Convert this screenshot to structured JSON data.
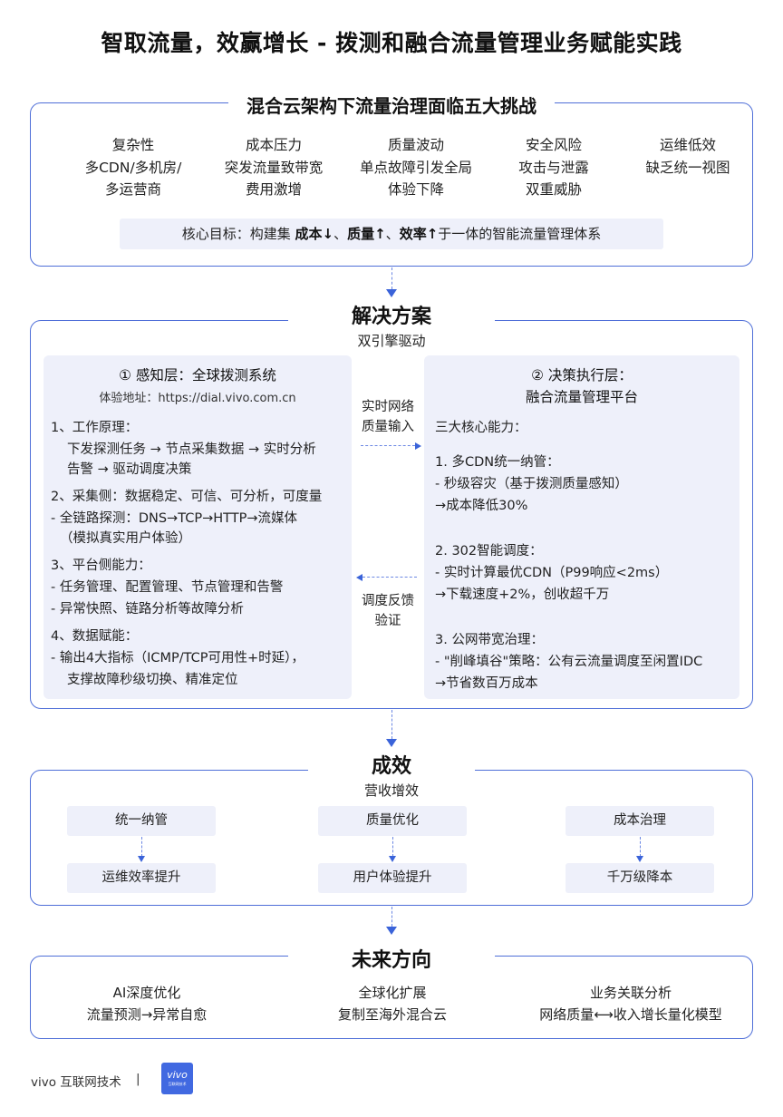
{
  "title": "智取流量，效赢增长 - 拨测和融合流量管理业务赋能实践",
  "challenges": {
    "heading": "混合云架构下流量治理面临五大挑战",
    "items": [
      {
        "l1": "复杂性",
        "l2": "多CDN/多机房/",
        "l3": "多运营商"
      },
      {
        "l1": "成本压力",
        "l2": "突发流量致带宽",
        "l3": "费用激增"
      },
      {
        "l1": "质量波动",
        "l2": "单点故障引发全局",
        "l3": "体验下降"
      },
      {
        "l1": "安全风险",
        "l2": "攻击与泄露",
        "l3": "双重威胁"
      },
      {
        "l1": "运维低效",
        "l2": "缺乏统一视图",
        "l3": ""
      }
    ],
    "goal": {
      "prefix": "核心目标：构建集 ",
      "cost": "成本↓",
      "sep1": "、",
      "quality": "质量↑",
      "sep2": "、",
      "efficiency": "效率↑",
      "suffix": "于一体的智能流量管理体系"
    }
  },
  "solution": {
    "heading": "解决方案",
    "subheading": "双引擎驱动",
    "perception": {
      "title": "① 感知层：全球拨测系统",
      "url": "体验地址：https://dial.vivo.com.cn",
      "lines": [
        "1、工作原理：",
        "下发探测任务 → 节点采集数据 → 实时分析",
        "告警 → 驱动调度决策",
        "2、采集侧：数据稳定、可信、可分析，可度量",
        "-  全链路探测：DNS→TCP→HTTP→流媒体",
        "（模拟真实用户体验）",
        "3、平台侧能力：",
        "-  任务管理、配置管理、节点管理和告警",
        "-  异常快照、链路分析等故障分析",
        "4、数据赋能：",
        "-  输出4大指标（ICMP/TCP可用性+时延），",
        "支撑故障秒级切换、精准定位"
      ]
    },
    "flow_right": {
      "l1": "实时网络",
      "l2": "质量输入"
    },
    "flow_left": {
      "l1": "调度反馈",
      "l2": "验证"
    },
    "decision": {
      "title1": "② 决策执行层：",
      "title2": "融合流量管理平台",
      "lines": [
        "三大核心能力：",
        "1. 多CDN统一纳管：",
        "-  秒级容灾（基于拨测质量感知）",
        "→成本降低30%",
        "2. 302智能调度：",
        "-  实时计算最优CDN（P99响应<2ms）",
        "→下载速度+2%，创收超千万",
        "3. 公网带宽治理：",
        "-  \"削峰填谷\"策略：公有云流量调度至闲置IDC",
        "→节省数百万成本"
      ]
    }
  },
  "results": {
    "heading": "成效",
    "subheading": "营收增效",
    "pairs": [
      {
        "top": "统一纳管",
        "bottom": "运维效率提升"
      },
      {
        "top": "质量优化",
        "bottom": "用户体验提升"
      },
      {
        "top": "成本治理",
        "bottom": "千万级降本"
      }
    ]
  },
  "future": {
    "heading": "未来方向",
    "items": [
      {
        "l1": "AI深度优化",
        "l2": "流量预测→异常自愈"
      },
      {
        "l1": "全球化扩展",
        "l2": "复制至海外混合云"
      },
      {
        "l1": "业务关联分析",
        "l2": "网络质量⟷收入增长量化模型"
      }
    ]
  },
  "footer": {
    "brand": "vivo 互联网技术",
    "separator": "|",
    "logo_main": "vivo",
    "logo_sub": "互联网技术"
  },
  "colors": {
    "accent": "#4169e1",
    "panel_bg": "#eef0fa",
    "border": "#4f6fd8"
  },
  "icons": {
    "flow_arrow": "dashed-arrow-icon"
  }
}
